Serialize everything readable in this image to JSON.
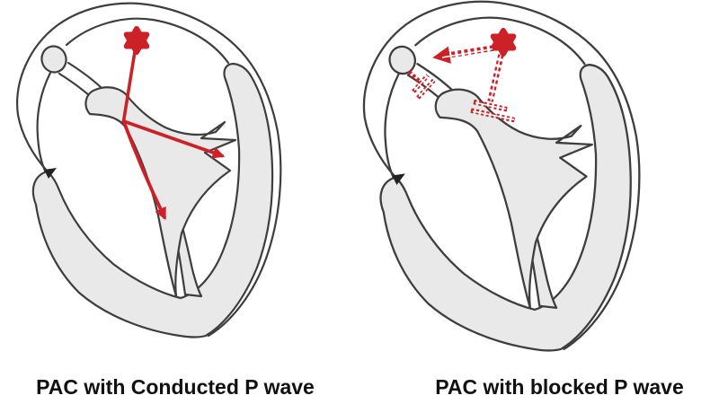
{
  "panels": [
    {
      "caption": "PAC with Conducted P wave",
      "icons": [
        "ectopic-focus-star",
        "atrial-conduction-line",
        "ventricular-conduction-arrows"
      ]
    },
    {
      "caption": "PAC with blocked P wave",
      "icons": [
        "ectopic-focus-star",
        "retrograde-atrial-arrow",
        "sa-block-symbol",
        "av-block-symbol"
      ]
    }
  ],
  "colors": {
    "accent_red": "#cc2127",
    "heart_fill": "#e9e9e9",
    "outline": "#3e3e3e",
    "caption_text": "#111111",
    "background": "#ffffff"
  }
}
